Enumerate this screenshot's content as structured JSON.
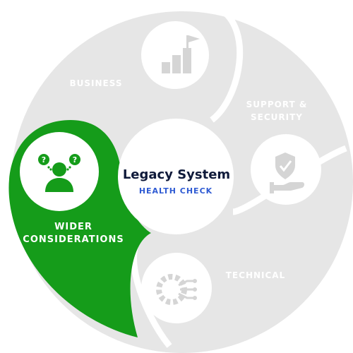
{
  "diagram": {
    "center": {
      "title": "Legacy System",
      "subtitle": "HEALTH CHECK"
    },
    "segments": {
      "business": {
        "label": "BUSINESS",
        "icon": "flag-bar-chart-icon",
        "active": false
      },
      "support": {
        "label_line1": "SUPPORT &",
        "label_line2": "SECURITY",
        "icon": "shield-hand-icon",
        "active": false
      },
      "technical": {
        "label": "TECHNICAL",
        "icon": "gear-circuit-icon",
        "active": false
      },
      "wider": {
        "label_line1": "WIDER",
        "label_line2": "CONSIDERATIONS",
        "icon": "person-questions-icon",
        "active": true
      }
    }
  },
  "colors": {
    "active_green": "#159C1A",
    "inactive_gray": "#E6E6E6",
    "icon_gray": "#D5D5D5",
    "title_navy": "#0F1A3A",
    "subtitle_blue": "#2F5BD3",
    "white": "#FFFFFF"
  }
}
